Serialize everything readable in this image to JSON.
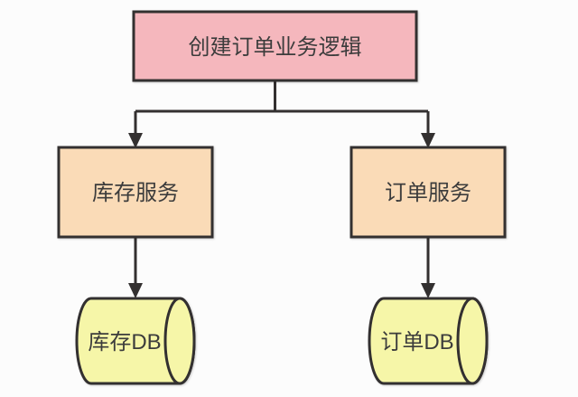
{
  "diagram": {
    "type": "flowchart",
    "background": "#FCFCFC",
    "colors": {
      "stroke": "#333030",
      "text": "#3C3C3C",
      "root_fill": "#F5B7BD",
      "service_fill": "#FADBB7",
      "db_fill": "#F6F6A8"
    },
    "nodes": [
      {
        "id": "create-order-logic",
        "label": "创建订单业务逻辑",
        "shape": "rect"
      },
      {
        "id": "inventory-service",
        "label": "库存服务",
        "shape": "rect"
      },
      {
        "id": "order-service",
        "label": "订单服务",
        "shape": "rect"
      },
      {
        "id": "inventory-db",
        "label": "库存DB",
        "shape": "cylinder"
      },
      {
        "id": "order-db",
        "label": "订单DB",
        "shape": "cylinder"
      }
    ],
    "edges": [
      {
        "from": "create-order-logic",
        "to": "inventory-service",
        "arrow": true
      },
      {
        "from": "create-order-logic",
        "to": "order-service",
        "arrow": true
      },
      {
        "from": "inventory-service",
        "to": "inventory-db",
        "arrow": true
      },
      {
        "from": "order-service",
        "to": "order-db",
        "arrow": true
      }
    ]
  }
}
